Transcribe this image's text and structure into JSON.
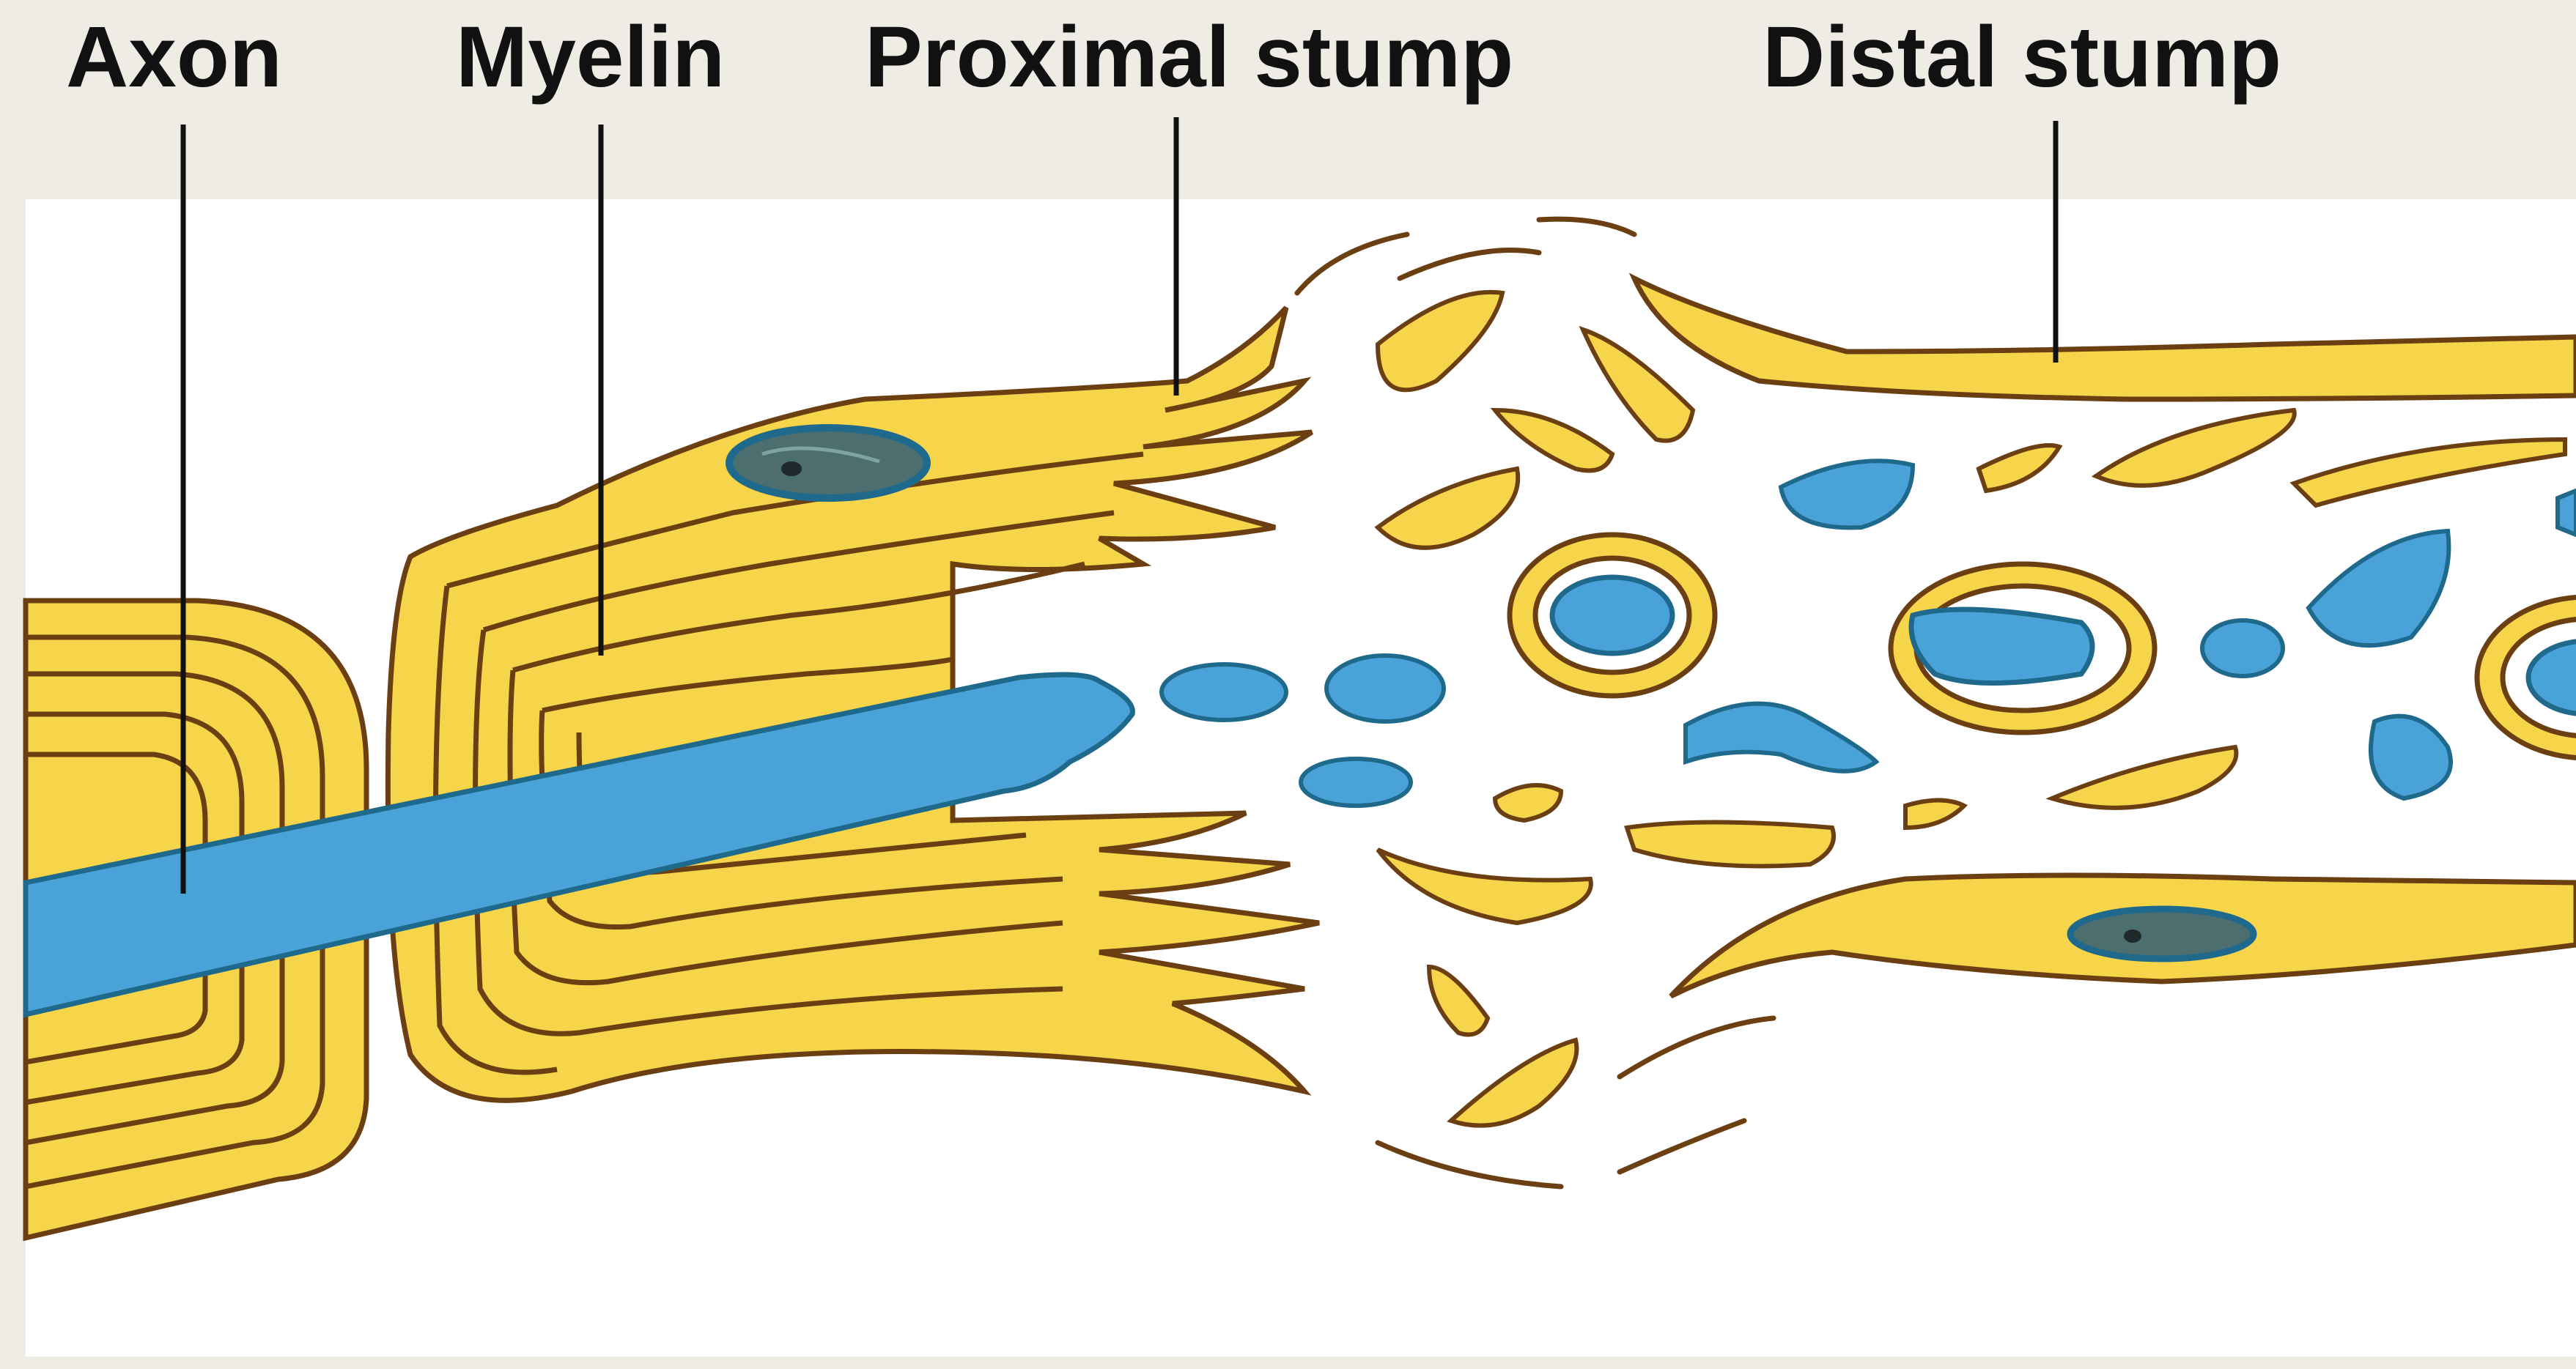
{
  "labels": {
    "axon": "Axon",
    "myelin": "Myelin",
    "proximal_stump": "Proximal stump",
    "distal_stump": "Distal stump"
  },
  "colors": {
    "background_top": "#eeece4",
    "panel": "#ffffff",
    "myelin_fill": "#f7d54a",
    "myelin_outline": "#6b3f12",
    "axon_fill": "#4aa3d8",
    "axon_outline": "#1f6a8c",
    "nucleus_fill": "#4d6e6e",
    "leader_line": "#111111"
  },
  "icons": {
    "schwann_nucleus": "schwann-cell-nucleus-icon"
  }
}
